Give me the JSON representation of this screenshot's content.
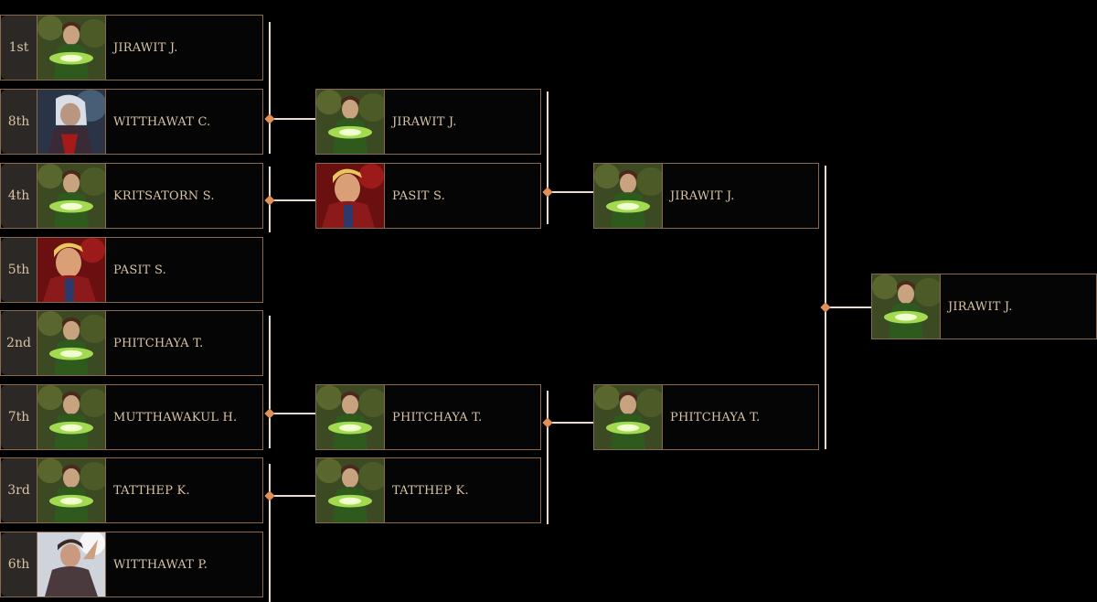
{
  "round1": [
    {
      "seed": "1st",
      "name": "JIRAWIT J.",
      "art": "green"
    },
    {
      "seed": "8th",
      "name": "WITTHAWAT C.",
      "art": "blue"
    },
    {
      "seed": "4th",
      "name": "KRITSATORN S.",
      "art": "green"
    },
    {
      "seed": "5th",
      "name": "PASIT S.",
      "art": "red"
    },
    {
      "seed": "2nd",
      "name": "PHITCHAYA T.",
      "art": "green"
    },
    {
      "seed": "7th",
      "name": "MUTTHAWAKUL H.",
      "art": "green"
    },
    {
      "seed": "3rd",
      "name": "TATTHEP K.",
      "art": "green"
    },
    {
      "seed": "6th",
      "name": "WITTHAWAT P.",
      "art": "pale"
    }
  ],
  "round2": [
    {
      "name": "JIRAWIT J.",
      "art": "green"
    },
    {
      "name": "PASIT S.",
      "art": "red"
    },
    {
      "name": "PHITCHAYA T.",
      "art": "green"
    },
    {
      "name": "TATTHEP K.",
      "art": "green"
    }
  ],
  "round3": [
    {
      "name": "JIRAWIT J.",
      "art": "green"
    },
    {
      "name": "PHITCHAYA T.",
      "art": "green"
    }
  ],
  "champion": {
    "name": "JIRAWIT J.",
    "art": "green"
  },
  "colors": {
    "accent": "#e0915a",
    "border": "#8a6a4a",
    "text": "#d8c3a5"
  }
}
